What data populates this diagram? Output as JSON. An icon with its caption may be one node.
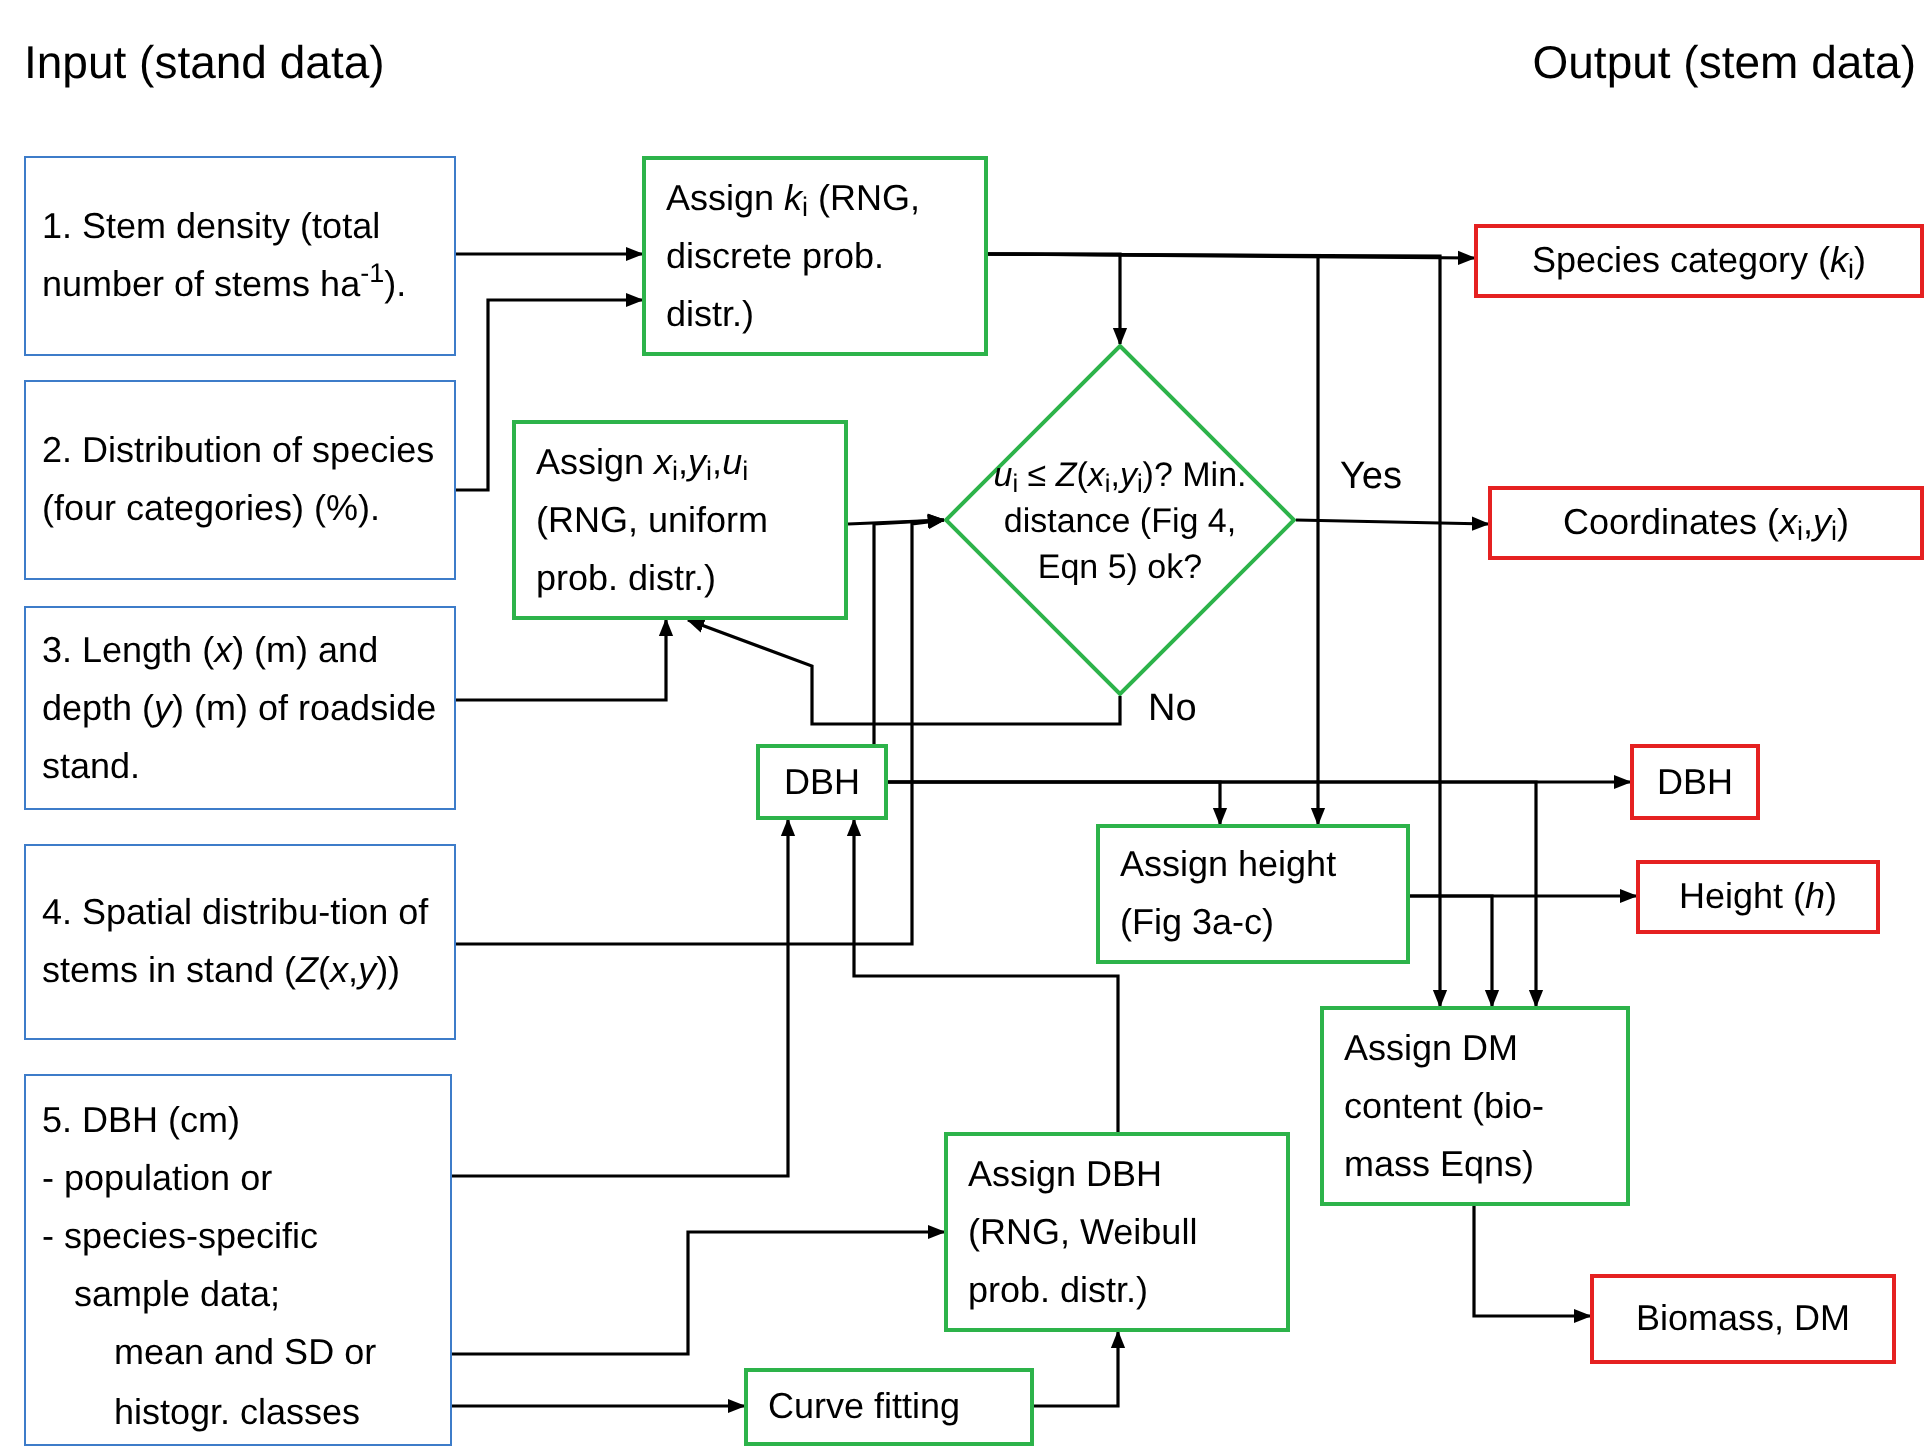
{
  "diagram": {
    "nodes": [
      {
        "text": [
          "1. Stem density (total number of stems ha$^{-1}$)."
        ]
      },
      {
        "text": [
          "2. Distribution of species (four categories) (%)."
        ]
      },
      {
        "text": [
          "3. Length (*x*) (m) and depth (*y*) (m) of roadside stand."
        ]
      },
      {
        "text": [
          "4. Spatial distribu-tion of stems in stand (*Z*(*x*,*y*))"
        ]
      },
      {
        "text": [
          "5. DBH (cm)",
          "- population or",
          "- species-specific sample data;",
          "mean and SD or",
          "histogr. classes"
        ]
      },
      {
        "text": [
          "Assign *k*$_{i}$ (RNG, discrete prob. distr.)"
        ]
      },
      {
        "text": [
          "Assign *x*$_{i}$,*y*$_{i}$,*u*$_{i}$ (RNG, uniform prob. distr.)"
        ]
      },
      {
        "text": [
          "*u*$_{i}$ ≤ *Z*(*x*$_{i}$,*y*$_{i}$)? Min. distance (Fig 4, Eqn 5) ok?"
        ]
      },
      {
        "text": [
          "DBH"
        ]
      },
      {
        "text": [
          "Assign height (Fig 3a-c)"
        ]
      },
      {
        "text": [
          "Assign DM content (bio-mass Eqns)"
        ]
      },
      {
        "text": [
          "Assign DBH (RNG, Weibull prob. distr.)"
        ]
      },
      {
        "text": [
          "Curve fitting"
        ]
      },
      {
        "text": [
          "Species category (*k*$_{i}$)"
        ]
      },
      {
        "text": [
          "Coordinates (*x*$_{i}$,*y*$_{i}$)"
        ]
      },
      {
        "text": [
          "DBH"
        ]
      },
      {
        "text": [
          "Height (*h*)"
        ]
      },
      {
        "text": [
          "Biomass, DM"
        ]
      }
    ],
    "edges": [
      {
        "from": 0,
        "to": 5,
        "arrow": "to"
      },
      {
        "from": 1,
        "to": 5,
        "arrow": "to"
      },
      {
        "from": 2,
        "to": 6,
        "arrow": "to"
      },
      {
        "from": 3,
        "to": 7,
        "arrow": "to"
      },
      {
        "from": 4,
        "to": 8,
        "arrow": "to"
      },
      {
        "from": 4,
        "to": 11,
        "arrow": "to"
      },
      {
        "from": 4,
        "to": 12,
        "arrow": "to"
      },
      {
        "from": 12,
        "to": 11,
        "arrow": "to"
      },
      {
        "from": 11,
        "to": 8,
        "arrow": "to"
      },
      {
        "from": 5,
        "to": 7,
        "arrow": "to"
      },
      {
        "from": 5,
        "to": 13,
        "arrow": "to"
      },
      {
        "from": 5,
        "to": 9,
        "arrow": "to"
      },
      {
        "from": 5,
        "to": 10,
        "arrow": "to"
      },
      {
        "from": 7,
        "to": 14,
        "arrow": "to",
        "label": "Yes"
      },
      {
        "from": 7,
        "to": 6,
        "arrow": "to",
        "label": "No"
      },
      {
        "from": 8,
        "to": 15,
        "arrow": "to"
      },
      {
        "from": 8,
        "to": 9,
        "arrow": "to"
      },
      {
        "from": 8,
        "to": 10,
        "arrow": "to"
      },
      {
        "from": 9,
        "to": 16,
        "arrow": "to"
      },
      {
        "from": 9,
        "to": 10,
        "arrow": "to"
      },
      {
        "from": 10,
        "to": 17,
        "arrow": "to"
      },
      {
        "from": 6,
        "to": 7,
        "arrow": "to"
      },
      {
        "from": 8,
        "to": 7,
        "arrow": "to"
      }
    ],
    "labels": [
      "Input (stand data)",
      "Output (stem data)"
    ]
  }
}
